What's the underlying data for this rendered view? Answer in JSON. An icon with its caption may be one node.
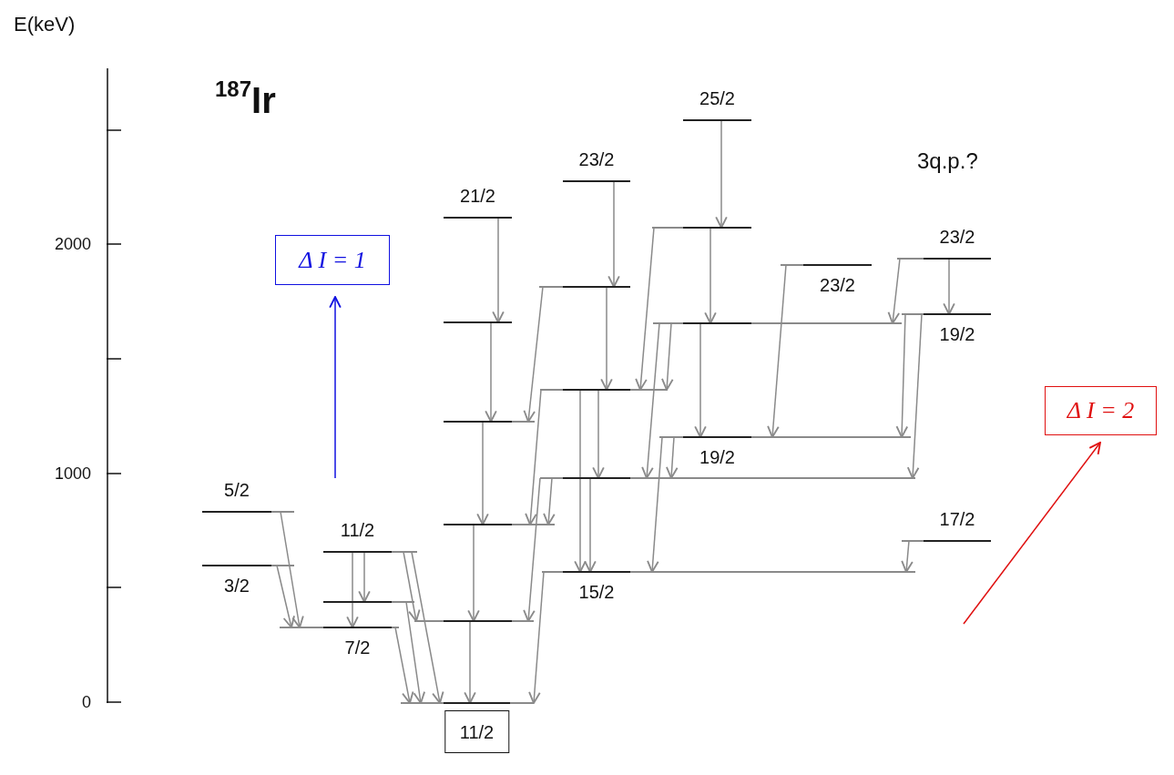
{
  "diagram": {
    "title": "$^{187}$Ir",
    "nodes": [
      {
        "text": [
          "5/2"
        ]
      },
      {
        "text": [
          "3/2"
        ]
      },
      {
        "text": [
          "7/2"
        ]
      },
      {
        "text": [
          "11/2"
        ]
      },
      {
        "text": [],
        "shape": "bar"
      },
      {
        "text": [
          "11/2"
        ]
      },
      {
        "text": [],
        "shape": "bar"
      },
      {
        "text": [],
        "shape": "bar"
      },
      {
        "text": [],
        "shape": "bar"
      },
      {
        "text": [],
        "shape": "bar"
      },
      {
        "text": [
          "21/2"
        ]
      },
      {
        "text": [
          "23/2"
        ]
      },
      {
        "text": [],
        "shape": "bar"
      },
      {
        "text": [],
        "shape": "bar"
      },
      {
        "text": [],
        "shape": "bar"
      },
      {
        "text": [
          "15/2"
        ]
      },
      {
        "text": [
          "25/2"
        ]
      },
      {
        "text": [],
        "shape": "bar"
      },
      {
        "text": [],
        "shape": "bar"
      },
      {
        "text": [
          "19/2"
        ]
      },
      {
        "text": [
          "23/2"
        ]
      },
      {
        "text": [
          "23/2"
        ]
      },
      {
        "text": [
          "19/2"
        ]
      },
      {
        "text": [
          "17/2"
        ]
      }
    ],
    "edges": [
      {
        "from": 0,
        "to": 2,
        "arrow": "to"
      },
      {
        "from": 1,
        "to": 2,
        "arrow": "to"
      },
      {
        "from": 3,
        "to": 2,
        "arrow": "to"
      },
      {
        "from": 3,
        "to": 4,
        "arrow": "to"
      },
      {
        "from": 3,
        "to": 6,
        "arrow": "to"
      },
      {
        "from": 3,
        "to": 5,
        "arrow": "to"
      },
      {
        "from": 4,
        "to": 5,
        "arrow": "to"
      },
      {
        "from": 2,
        "to": 5,
        "arrow": "to"
      },
      {
        "from": 6,
        "to": 5,
        "arrow": "to"
      },
      {
        "from": 7,
        "to": 6,
        "arrow": "to"
      },
      {
        "from": 8,
        "to": 7,
        "arrow": "to"
      },
      {
        "from": 9,
        "to": 8,
        "arrow": "to"
      },
      {
        "from": 10,
        "to": 9,
        "arrow": "to"
      },
      {
        "from": 12,
        "to": 8,
        "arrow": "to"
      },
      {
        "from": 11,
        "to": 12,
        "arrow": "to"
      },
      {
        "from": 12,
        "to": 13,
        "arrow": "to"
      },
      {
        "from": 13,
        "to": 15,
        "arrow": "to"
      },
      {
        "from": 13,
        "to": 14,
        "arrow": "to"
      },
      {
        "from": 14,
        "to": 15,
        "arrow": "to"
      },
      {
        "from": 13,
        "to": 7,
        "arrow": "to"
      },
      {
        "from": 14,
        "to": 7,
        "arrow": "to"
      },
      {
        "from": 14,
        "to": 6,
        "arrow": "to"
      },
      {
        "from": 15,
        "to": 5,
        "arrow": "to"
      },
      {
        "from": 16,
        "to": 17,
        "arrow": "to"
      },
      {
        "from": 17,
        "to": 18,
        "arrow": "to"
      },
      {
        "from": 17,
        "to": 13,
        "arrow": "to"
      },
      {
        "from": 18,
        "to": 13,
        "arrow": "to"
      },
      {
        "from": 18,
        "to": 14,
        "arrow": "to"
      },
      {
        "from": 19,
        "to": 14,
        "arrow": "to"
      },
      {
        "from": 19,
        "to": 15,
        "arrow": "to"
      },
      {
        "from": 18,
        "to": 19,
        "arrow": "to"
      },
      {
        "from": 20,
        "to": 19,
        "arrow": "to"
      },
      {
        "from": 21,
        "to": 22,
        "arrow": "to"
      },
      {
        "from": 21,
        "to": 18,
        "arrow": "to"
      },
      {
        "from": 22,
        "to": 19,
        "arrow": "to"
      },
      {
        "from": 22,
        "to": 14,
        "arrow": "to"
      },
      {
        "from": 23,
        "to": 15,
        "arrow": "to"
      }
    ],
    "labels": [
      "E(keV)",
      "2000",
      "1000",
      "0",
      "Δ I = 1",
      "3q.p.?",
      "Δ I = 2"
    ]
  }
}
